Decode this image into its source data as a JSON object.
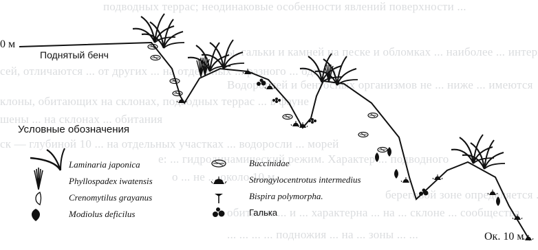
{
  "labels": {
    "depth_top": "0 м",
    "raised_bench": "Поднятый бенч",
    "legend_title": "Условные обозначения",
    "depth_bottom": "Ок. 10 м"
  },
  "legend": [
    {
      "icon": "laminaria-kelp-icon",
      "label": "Laminaria japonica"
    },
    {
      "icon": "seagrass-icon",
      "label": "Phyllospadex iwatensis"
    },
    {
      "icon": "mussel-cluster-icon",
      "label": "Crenomytilus grayanus"
    },
    {
      "icon": "mussel-icon",
      "label": "Modiolus deficilus"
    },
    {
      "icon": "whelk-shell-icon",
      "label": "Buccinidae"
    },
    {
      "icon": "sea-urchin-icon",
      "label": "Strongylocentrotus intermedius"
    },
    {
      "icon": "tube-worm-icon",
      "label": "Bispira polymorpha."
    },
    {
      "icon": "pebbles-icon",
      "label": "Галька"
    }
  ],
  "background_text": [
    "подводных террас; неодинаковые особенности явлений поверхности ...",
    "ы, гальки и камней на песке и обломках ... наиболее ... интерпретации",
    "сей, отличаются ... от других ... на отдельных ... разного ... одного",
    "Водорослей и бентосных организмов не ... ниже ... имеются",
    "клоны, обитающих на склонах, подводных террас ... в фауне",
    "шены ... на склонах ... обитания",
    "ск — глубиной 10 ... на отдельных участках ... водоросли ... морей",
    "е: ... гидродинамический режим. Характер ... подводного",
    "о ... не ... около 10 м.",
    "береговой зоне определяется ... течением ... местами более крутые",
    "обитание ... и ... характерна ... на ... склоне ... сообщества",
    "... ... ... ... подножия ... на ... зоны ... ..."
  ]
}
